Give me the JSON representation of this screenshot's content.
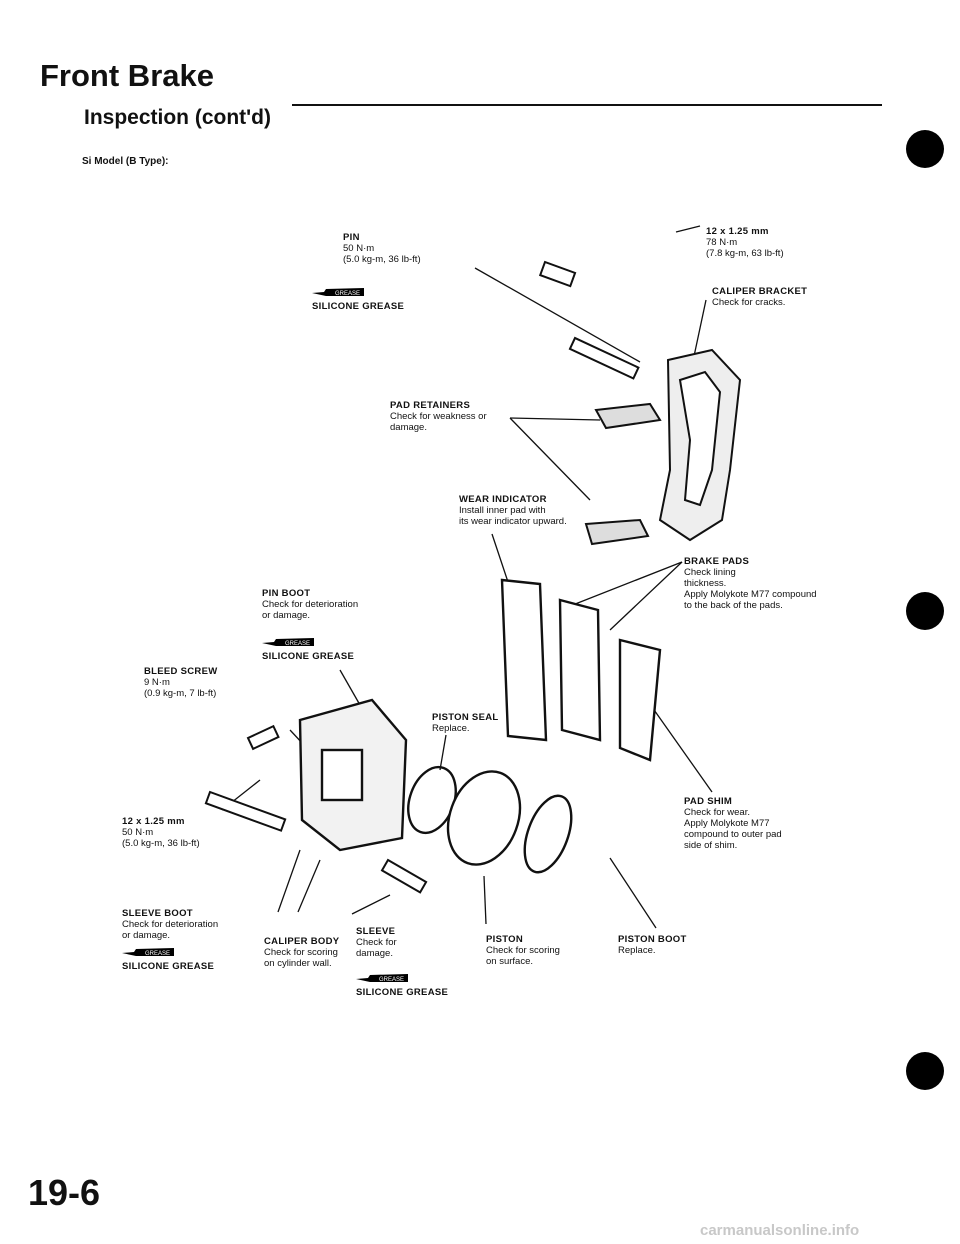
{
  "header": {
    "title": "Front Brake",
    "subtitle": "Inspection (cont'd)",
    "model": "Si Model (B Type):"
  },
  "labels": {
    "pin": {
      "title": "PIN",
      "lines": [
        "50 N·m",
        "(5.0 kg-m, 36 lb-ft)"
      ]
    },
    "pin_grease": {
      "title": "SILICONE GREASE"
    },
    "bolt_top": {
      "title": "12 x 1.25 mm",
      "lines": [
        "78 N·m",
        "(7.8 kg-m, 63 lb-ft)"
      ]
    },
    "caliper_bracket": {
      "title": "CALIPER BRACKET",
      "lines": [
        "Check for cracks."
      ]
    },
    "pad_retainers": {
      "title": "PAD RETAINERS",
      "lines": [
        "Check for weakness or",
        "damage."
      ]
    },
    "wear_indicator": {
      "title": "WEAR INDICATOR",
      "lines": [
        "Install inner pad with",
        "its wear indicator upward."
      ]
    },
    "brake_pads": {
      "title": "BRAKE PADS",
      "lines": [
        "Check lining",
        "thickness.",
        "Apply Molykote M77 compound",
        "to the back of the pads."
      ]
    },
    "pin_boot": {
      "title": "PIN BOOT",
      "lines": [
        "Check for deterioration",
        "or damage."
      ]
    },
    "pin_boot_grease": {
      "title": "SILICONE GREASE"
    },
    "bleed_screw": {
      "title": "BLEED SCREW",
      "lines": [
        "9 N·m",
        "(0.9 kg-m, 7 lb-ft)"
      ]
    },
    "piston_seal": {
      "title": "PISTON SEAL",
      "lines": [
        "Replace."
      ]
    },
    "bolt_bottom": {
      "title": "12 x 1.25 mm",
      "lines": [
        "50 N·m",
        "(5.0 kg-m, 36 lb-ft)"
      ]
    },
    "pad_shim": {
      "title": "PAD SHIM",
      "lines": [
        "Check for wear.",
        "Apply Molykote M77",
        "compound to outer pad",
        "side of shim."
      ]
    },
    "sleeve_boot": {
      "title": "SLEEVE BOOT",
      "lines": [
        "Check for deterioration",
        "or damage."
      ]
    },
    "sleeve_boot_grease": {
      "title": "SILICONE GREASE"
    },
    "caliper_body": {
      "title": "CALIPER BODY",
      "lines": [
        "Check for scoring",
        "on cylinder wall."
      ]
    },
    "sleeve": {
      "title": "SLEEVE",
      "lines": [
        "Check for",
        "damage."
      ]
    },
    "sleeve_grease": {
      "title": "SILICONE GREASE"
    },
    "piston": {
      "title": "PISTON",
      "lines": [
        "Check for scoring",
        "on surface."
      ]
    },
    "piston_boot": {
      "title": "PISTON BOOT",
      "lines": [
        "Replace."
      ]
    }
  },
  "grease_tube_text": "GREASE",
  "page_number": "19-6",
  "footer_watermark": "carmanualsonline.info"
}
